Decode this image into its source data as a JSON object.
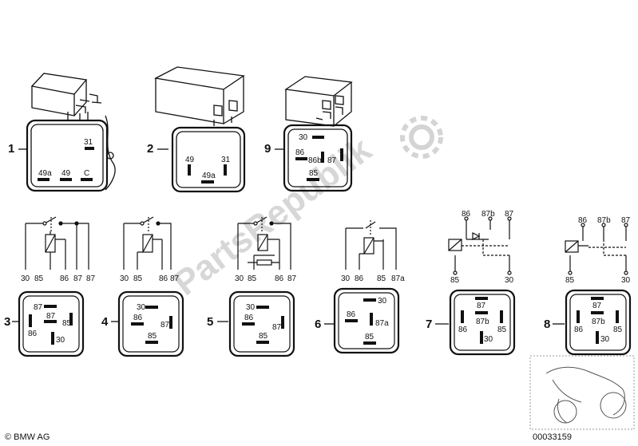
{
  "watermark": "PartsRepublik",
  "footer": {
    "copyright": "© BMW AG",
    "code": "00033159"
  },
  "top_relays": [
    {
      "number": "1",
      "pins": [
        "31",
        "49a",
        "49",
        "C"
      ]
    },
    {
      "number": "2",
      "pins": [
        "49",
        "31",
        "49a"
      ]
    },
    {
      "number": "9",
      "pins": [
        "30",
        "86",
        "86b",
        "87",
        "85"
      ]
    }
  ],
  "circuit_diagrams": [
    {
      "terminals": [
        "30",
        "85",
        "86",
        "87",
        "87"
      ]
    },
    {
      "terminals": [
        "30",
        "85",
        "86",
        "87"
      ]
    },
    {
      "terminals": [
        "30",
        "85",
        "86",
        "87"
      ]
    },
    {
      "terminals": [
        "30",
        "86",
        "85",
        "87a"
      ]
    },
    {
      "terminals": [
        "86",
        "87b",
        "87",
        "85",
        "30"
      ]
    },
    {
      "terminals": [
        "86",
        "87b",
        "87",
        "85",
        "30"
      ]
    }
  ],
  "pin_views": [
    {
      "number": "3",
      "pins": [
        "87",
        "87",
        "85",
        "86",
        "30"
      ]
    },
    {
      "number": "4",
      "pins": [
        "30",
        "86",
        "87",
        "85"
      ]
    },
    {
      "number": "5",
      "pins": [
        "30",
        "86",
        "87",
        "85"
      ]
    },
    {
      "number": "6",
      "pins": [
        "30",
        "86",
        "87a",
        "85"
      ]
    },
    {
      "number": "7",
      "pins": [
        "87",
        "86",
        "87b",
        "85",
        "30"
      ]
    },
    {
      "number": "8",
      "pins": [
        "87",
        "86",
        "87b",
        "85",
        "30"
      ]
    }
  ]
}
